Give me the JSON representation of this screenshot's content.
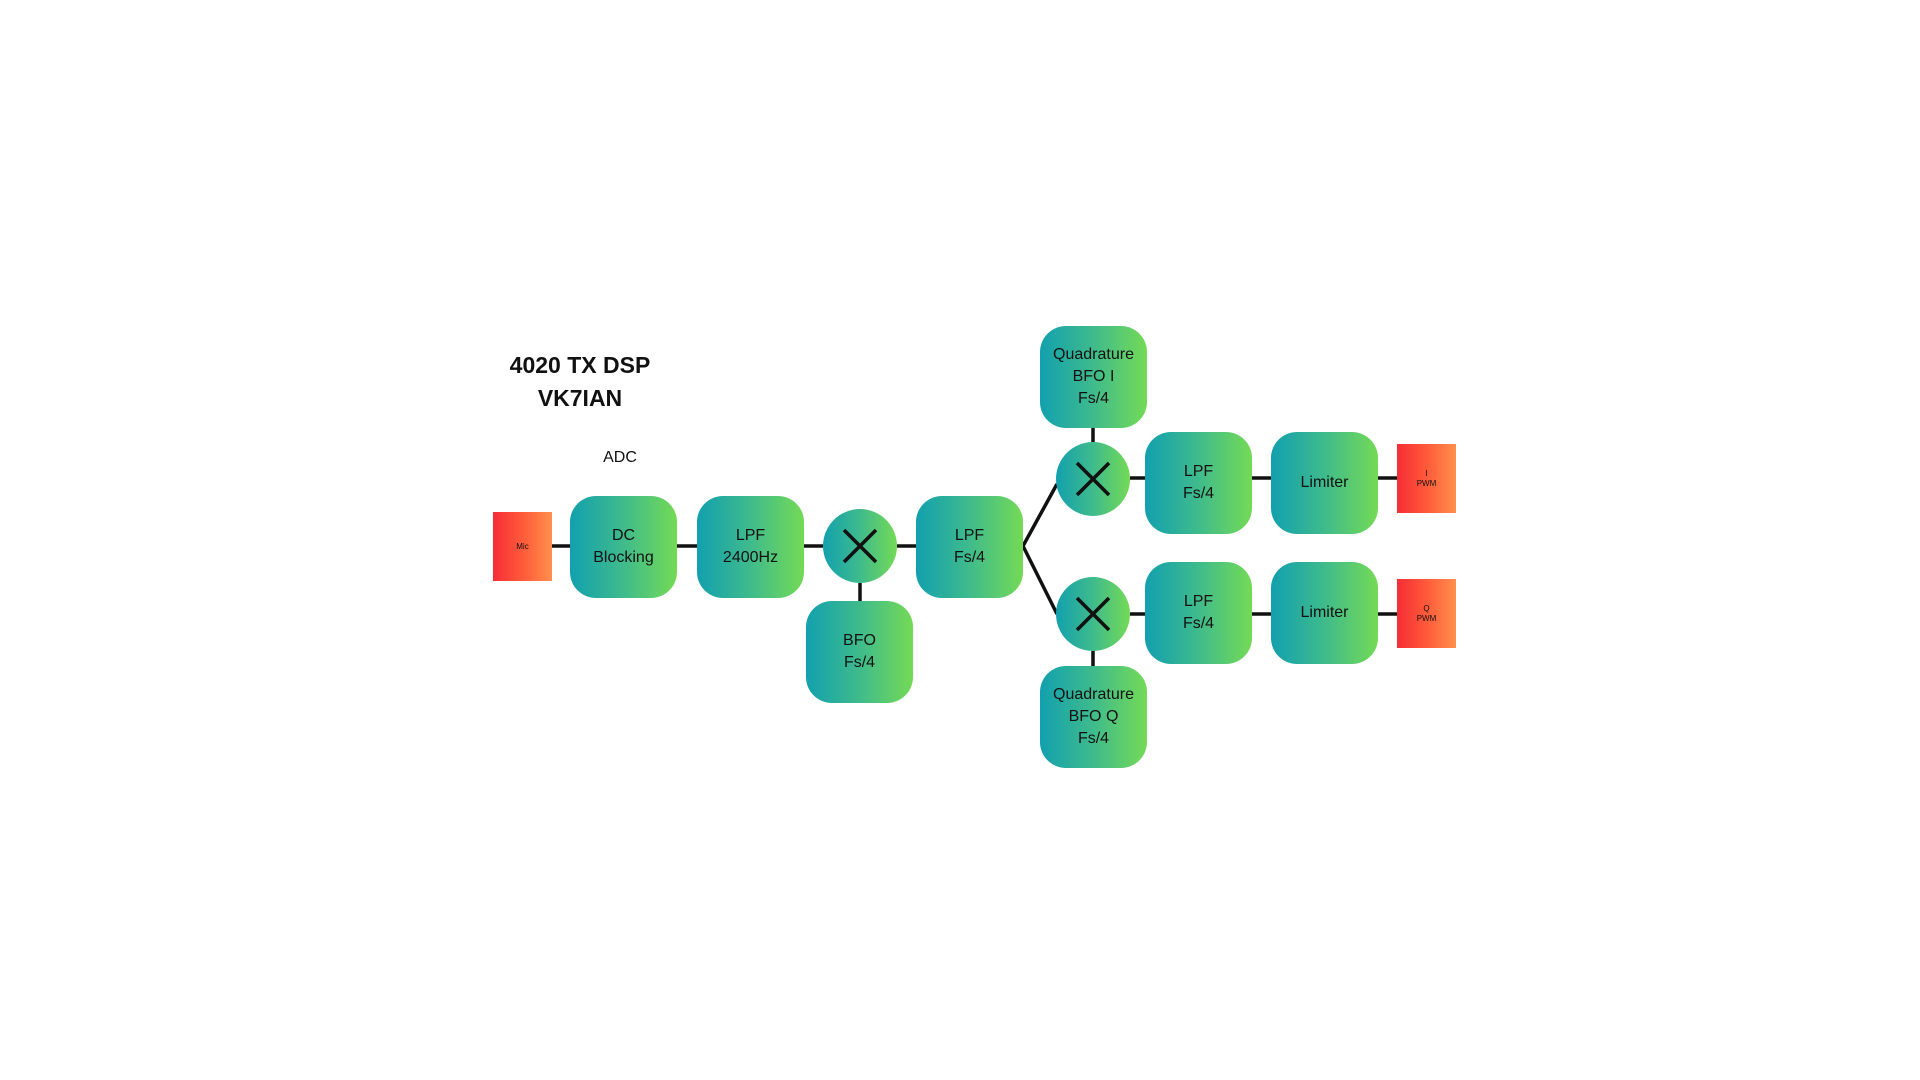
{
  "title": {
    "line1": "4020 TX DSP",
    "line2": "VK7IAN"
  },
  "adc_label": "ADC",
  "io": {
    "mic": {
      "label": "Mic"
    },
    "i_out": {
      "line1": "I",
      "line2": "PWM"
    },
    "q_out": {
      "line1": "Q",
      "line2": "PWM"
    }
  },
  "blocks": {
    "dc_blocking": {
      "line1": "DC",
      "line2": "Blocking"
    },
    "lpf_2400": {
      "line1": "LPF",
      "line2": "2400Hz"
    },
    "bfo": {
      "line1": "BFO",
      "line2": "Fs/4"
    },
    "lpf_fs4": {
      "line1": "LPF",
      "line2": "Fs/4"
    },
    "quad_bfo_i": {
      "line1": "Quadrature",
      "line2": "BFO I",
      "line3": "Fs/4"
    },
    "quad_bfo_q": {
      "line1": "Quadrature",
      "line2": "BFO Q",
      "line3": "Fs/4"
    },
    "lpf_i": {
      "line1": "LPF",
      "line2": "Fs/4"
    },
    "lpf_q": {
      "line1": "LPF",
      "line2": "Fs/4"
    },
    "limiter_i": {
      "label": "Limiter"
    },
    "limiter_q": {
      "label": "Limiter"
    }
  },
  "icons": {
    "mixer": "multiply-icon"
  },
  "colors": {
    "block_gradient_start": "#12a0ae",
    "block_gradient_end": "#74da55",
    "io_gradient_start": "#f52d37",
    "io_gradient_end": "#ff8f4d",
    "wire": "#111111"
  }
}
